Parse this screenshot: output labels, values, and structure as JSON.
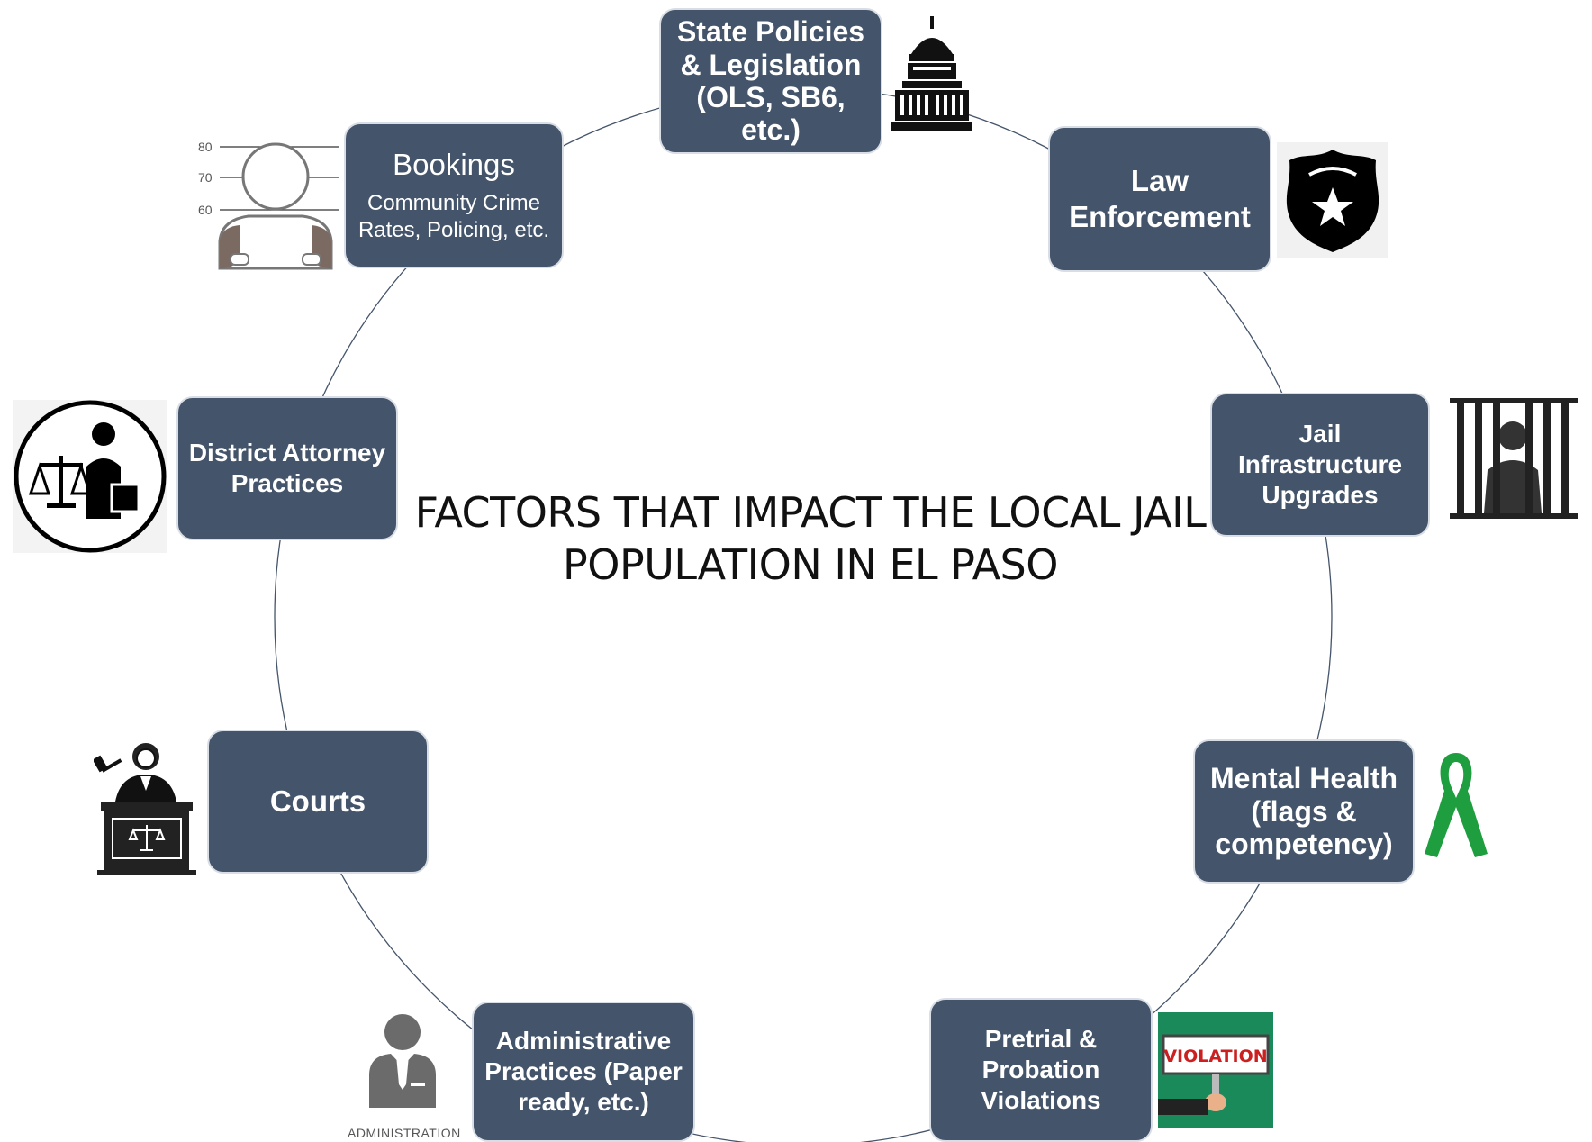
{
  "title_line1": "FACTORS THAT IMPACT THE LOCAL JAIL",
  "title_line2": "POPULATION IN EL PASO",
  "nodes": {
    "state_policies": "State Policies & Legislation (OLS, SB6, etc.)",
    "law_enforcement": "Law Enforcement",
    "jail_infrastructure": "Jail Infrastructure Upgrades",
    "mental_health": "Mental Health (flags & competency)",
    "pretrial": "Pretrial & Probation Violations",
    "administrative": "Administrative Practices (Paper ready, etc.)",
    "courts": "Courts",
    "district_attorney": "District Attorney Practices",
    "bookings_title": "Bookings",
    "bookings_sub": "Community Crime Rates, Policing, etc."
  },
  "icons": {
    "capitol": "capitol-icon",
    "badge": "police-badge-icon",
    "jail": "jail-bars-icon",
    "ribbon": "green-ribbon-icon",
    "violation": "violation-sign-icon",
    "admin": "administration-person-icon",
    "judge": "judge-icon",
    "attorney": "attorney-scales-icon",
    "mugshot": "mugshot-icon"
  },
  "labels": {
    "violation_sign": "VIOLATION",
    "admin_caption": "ADMINISTRATION",
    "height_80": "80",
    "height_70": "70",
    "height_60": "60"
  },
  "colors": {
    "node_fill": "#44546a",
    "node_text": "#ffffff",
    "ring": "#44546a",
    "ribbon": "#1e9e3e",
    "violation_bg": "#1a8a5a",
    "violation_text": "#cc1f1f"
  }
}
